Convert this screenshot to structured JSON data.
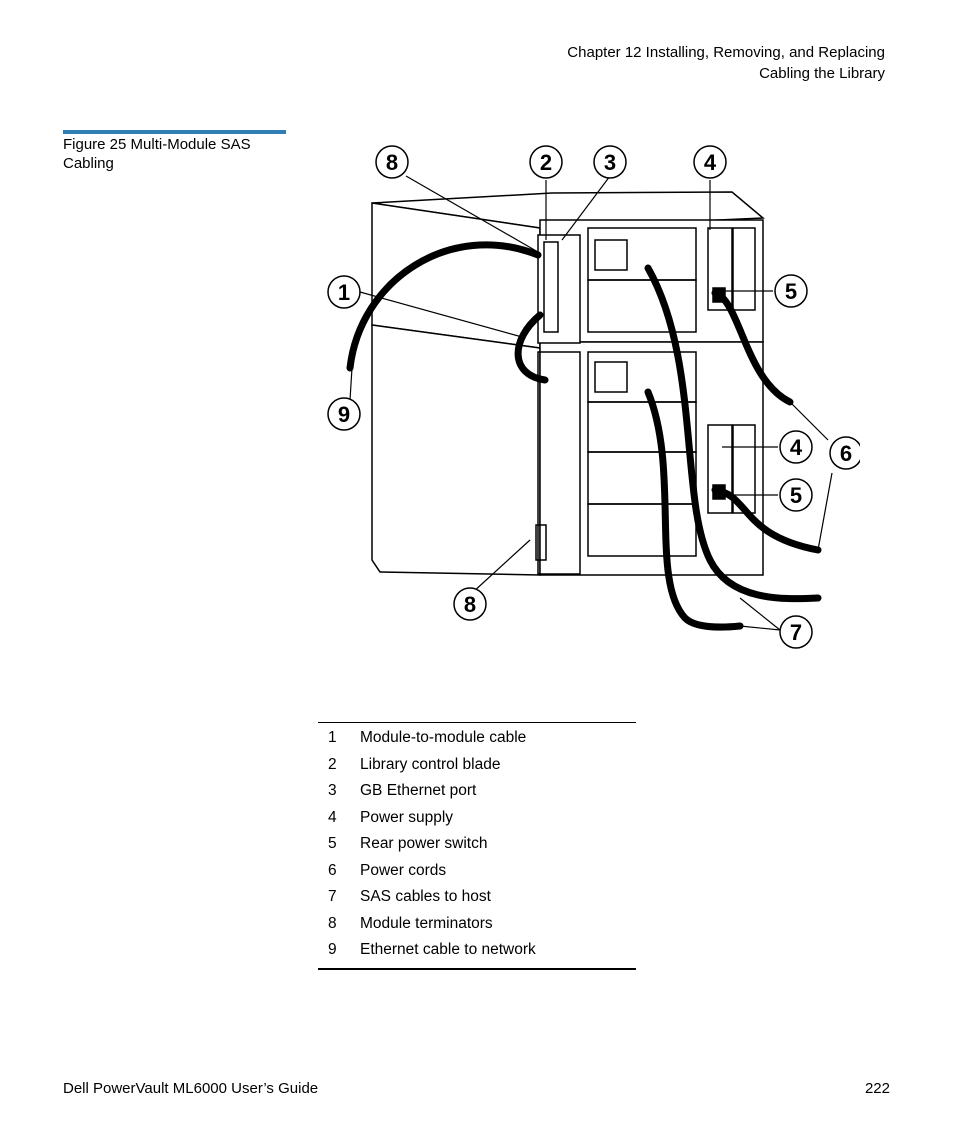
{
  "header": {
    "chapter": "Chapter 12  Installing, Removing, and Replacing",
    "section": "Cabling the Library"
  },
  "figure": {
    "caption": "Figure 25  Multi-Module SAS Cabling",
    "callouts": [
      "8",
      "2",
      "3",
      "4",
      "1",
      "5",
      "9",
      "4",
      "6",
      "5",
      "8",
      "7"
    ]
  },
  "legend": [
    {
      "num": "1",
      "label": "Module-to-module cable"
    },
    {
      "num": "2",
      "label": "Library control blade"
    },
    {
      "num": "3",
      "label": "GB Ethernet port"
    },
    {
      "num": "4",
      "label": "Power supply"
    },
    {
      "num": "5",
      "label": "Rear power switch"
    },
    {
      "num": "6",
      "label": "Power cords"
    },
    {
      "num": "7",
      "label": "SAS cables to host"
    },
    {
      "num": "8",
      "label": "Module terminators"
    },
    {
      "num": "9",
      "label": "Ethernet cable to network"
    }
  ],
  "footer": {
    "guide": "Dell PowerVault ML6000 User’s Guide",
    "page": "222"
  },
  "colors": {
    "accent_rule": "#2f7fb5"
  }
}
